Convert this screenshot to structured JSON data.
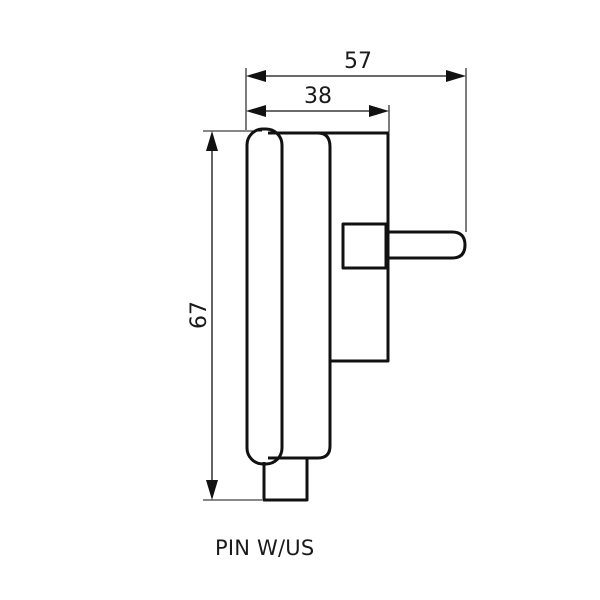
{
  "drawing": {
    "dimension_total_depth": "57",
    "dimension_body_depth": "38",
    "dimension_height": "67",
    "caption": "PIN W/US"
  }
}
